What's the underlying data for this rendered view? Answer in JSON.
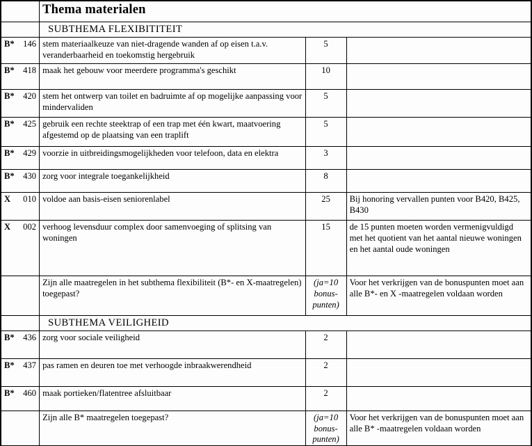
{
  "document": {
    "title": "Thema materialen"
  },
  "sections": [
    {
      "header": "SUBTHEMA FLEXIBITITEIT",
      "rows": [
        {
          "flag": "B*",
          "code": "146",
          "description": "stem materiaalkeuze van niet-dragende wanden af op eisen t.a.v. veranderbaarheid en toekomstig hergebruik",
          "points": "5",
          "remark": ""
        },
        {
          "flag": "B*",
          "code": "418",
          "description": "maak het gebouw voor meerdere programma's geschikt",
          "points": "10",
          "remark": ""
        },
        {
          "flag": "B*",
          "code": "420",
          "description": "stem het ontwerp van toilet en badruimte af op mogelijke aanpassing voor mindervaliden",
          "points": "5",
          "remark": ""
        },
        {
          "flag": "B*",
          "code": "425",
          "description": "gebruik een rechte steektrap of een trap met één kwart, maatvoering afgestemd op de plaatsing van een traplift",
          "points": "5",
          "remark": ""
        },
        {
          "flag": "B*",
          "code": "429",
          "description": "voorzie in uitbreidingsmogelijkheden voor telefoon, data en elektra",
          "points": "3",
          "remark": ""
        },
        {
          "flag": "B*",
          "code": "430",
          "description": "zorg voor integrale toegankelijkheid",
          "points": "8",
          "remark": ""
        },
        {
          "flag": "X",
          "code": "010",
          "description": "voldoe aan basis-eisen seniorenlabel",
          "points": "25",
          "remark": "Bij honoring vervallen punten voor B420, B425, B430"
        },
        {
          "flag": "X",
          "code": "002",
          "description": "verhoog levensduur complex door samenvoeging of splitsing van woningen",
          "points": "15",
          "remark": "de 15 punten moeten worden vermenigvuldigd met het quotient van het aantal nieuwe woningen en het aantal oude woningen"
        }
      ],
      "bonus": {
        "question": "Zijn alle maatregelen in het subthema flexibiliteit (B*- en X-maatregelen) toegepast?",
        "points": "(ja=10 bonus- punten)",
        "remark": "Voor het verkrijgen van de bonuspunten moet aan alle B*- en X -maatregelen voldaan worden"
      }
    },
    {
      "header": "SUBTHEMA VEILIGHEID",
      "rows": [
        {
          "flag": "B*",
          "code": "436",
          "description": "zorg voor sociale veiligheid",
          "points": "2",
          "remark": ""
        },
        {
          "flag": "B*",
          "code": "437",
          "description": "pas ramen en deuren toe met verhoogde inbraakwerendheid",
          "points": "2",
          "remark": ""
        },
        {
          "flag": "B*",
          "code": "460",
          "description": "maak portieken/flatentree afsluitbaar",
          "points": "2",
          "remark": ""
        }
      ],
      "bonus": {
        "question": "Zijn alle B* maatregelen toegepast?",
        "points": "(ja=10 bonus- punten)",
        "remark": "Voor het verkrijgen van de bonuspunten moet aan alle B* -maatregelen voldaan worden"
      }
    }
  ]
}
